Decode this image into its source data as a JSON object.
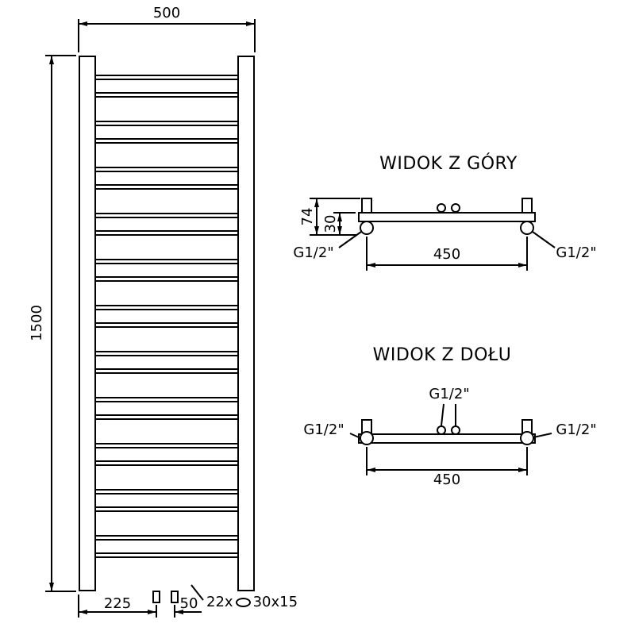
{
  "front_view": {
    "dim_width": "500",
    "dim_height": "1500",
    "dim_bottom_left": "225",
    "dim_bottom_center": "50",
    "rung_note_count": "22x",
    "rung_note_profile": "30x15",
    "rungs": {
      "count": 22,
      "group_tops": [
        24,
        82,
        140,
        198,
        256,
        314,
        372,
        430,
        488,
        546,
        604
      ],
      "offsets_in_group": [
        0,
        22
      ]
    }
  },
  "top_view": {
    "title": "WIDOK Z GÓRY",
    "dim_depth_total": "74",
    "dim_depth_rail": "30",
    "dim_connections": "450",
    "thread_left": "G1/2\"",
    "thread_right": "G1/2\""
  },
  "bottom_view": {
    "title": "WIDOK Z DOŁU",
    "dim_connections": "450",
    "thread_left": "G1/2\"",
    "thread_center": "G1/2\"",
    "thread_right": "G1/2\""
  }
}
